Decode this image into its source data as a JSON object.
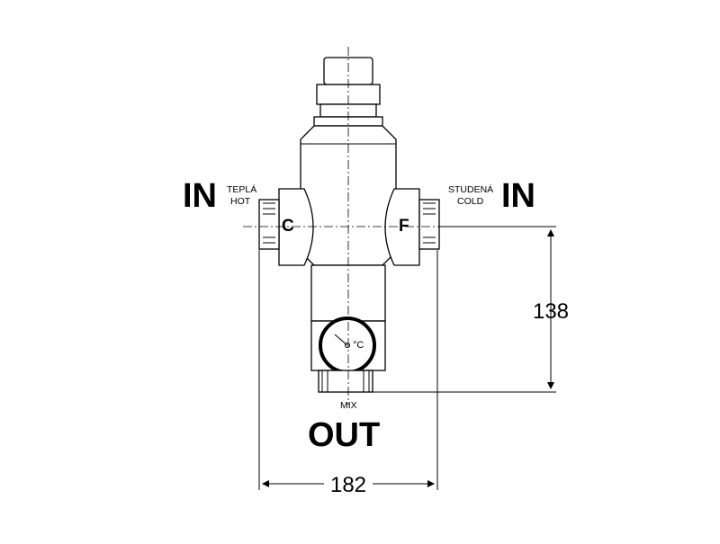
{
  "labels": {
    "in_left": "IN",
    "hot_cz": "TEPLÁ",
    "hot_en": "HOT",
    "cold_cz": "STUDENÁ",
    "cold_en": "COLD",
    "in_right": "IN",
    "c_port": "C",
    "f_port": "F",
    "temp_unit": "°C",
    "mix": "MIX",
    "out": "OUT"
  },
  "dimensions": {
    "height": "138",
    "width": "182"
  }
}
